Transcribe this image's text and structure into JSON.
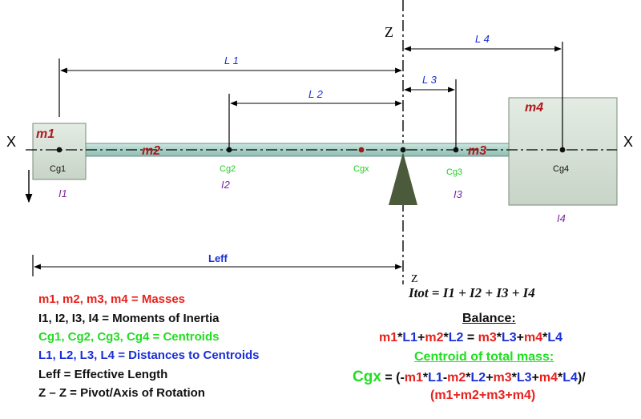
{
  "axes": {
    "x_left": "X",
    "x_right": "X",
    "z_top": "Z",
    "z_bottom": "Z"
  },
  "masses": {
    "m1": "m1",
    "m2": "m2",
    "m3": "m3",
    "m4": "m4"
  },
  "centroids": {
    "cg1": "Cg1",
    "cg2": "Cg2",
    "cgx": "Cgx",
    "cg3": "Cg3",
    "cg4": "Cg4"
  },
  "inertias": {
    "i1": "I1",
    "i2": "I2",
    "i3": "I3",
    "i4": "I4"
  },
  "lengths": {
    "l1": "L 1",
    "l2": "L 2",
    "l3": "L 3",
    "l4": "L 4",
    "leff": "Leff"
  },
  "legend": {
    "masses": "m1, m2, m3, m4 = Masses",
    "inertia": "I1, I2, I3, I4 = Moments of Inertia",
    "centroids": "Cg1, Cg2, Cg3, Cg4 = Centroids",
    "distances": "L1, L2, L3, L4 = Distances to Centroids",
    "leff": "Leff = Effective Length",
    "pivot": "Z – Z = Pivot/Axis of Rotation"
  },
  "equations": {
    "itot": "Itot = I1 + I2 + I3 + I4",
    "balance_title": "Balance:",
    "balance": {
      "m1": "m1",
      "star1": "*",
      "l1": "L1",
      "plus1": "+",
      "m2": "m2",
      "star2": "*",
      "l2": "L2",
      "eq": " = ",
      "m3": "m3",
      "star3": "*",
      "l3": "L3",
      "plus2": "+",
      "m4": "m4",
      "star4": "*",
      "l4": "L4"
    },
    "centroid_title": "Centroid of total mass:",
    "cgx_line": {
      "cgx": "Cgx",
      "eq": " = (",
      "minus1": "-",
      "m1": "m1",
      "s1": "*",
      "l1": "L1",
      "minus2": "-",
      "m2": "m2",
      "s2": "*",
      "l2": "L2",
      "plus1": "+",
      "m3": "m3",
      "s3": "*",
      "l3": "L3",
      "plus2": "+",
      "m4": "m4",
      "s4": "*",
      "l4": "L4",
      "close": ")/"
    },
    "denominator": "(m1+m2+m3+m4)"
  },
  "colors": {
    "red": "#e8201c",
    "green": "#22dd22",
    "blue": "#1a2fd6",
    "purple": "#7a2aa0",
    "teal": "#a8d2c8",
    "box": "#d5dfd5",
    "mass_label": "#b0191e",
    "pivot": "#4a5a3a"
  }
}
